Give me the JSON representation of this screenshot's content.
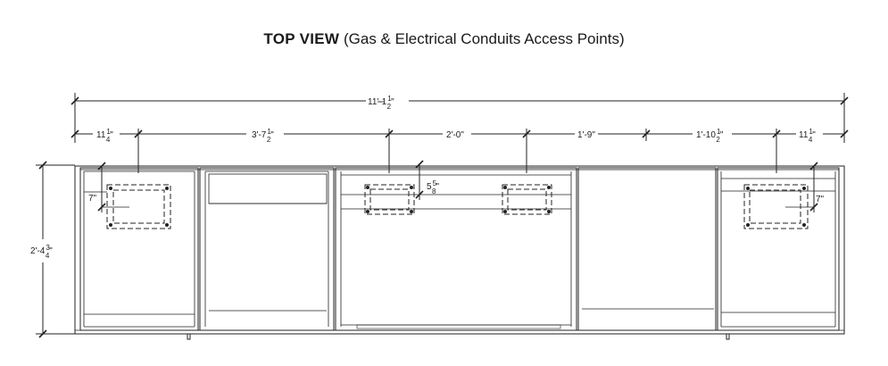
{
  "title": {
    "main": "TOP VIEW",
    "sub": "(Gas & Electrical Conduits Access Points)"
  },
  "dimensions": {
    "overall": {
      "whole": "11'-1",
      "num": "1",
      "den": "2",
      "suffix": "\""
    },
    "segments": [
      {
        "whole": "11",
        "num": "1",
        "den": "4",
        "suffix": "\""
      },
      {
        "whole": "3'-7",
        "num": "1",
        "den": "2",
        "suffix": "\""
      },
      {
        "whole": "2'-0\"",
        "num": "",
        "den": "",
        "suffix": ""
      },
      {
        "whole": "1'-9\"",
        "num": "",
        "den": "",
        "suffix": ""
      },
      {
        "whole": "1'-10",
        "num": "1",
        "den": "2",
        "suffix": "\""
      },
      {
        "whole": "11",
        "num": "1",
        "den": "4",
        "suffix": "\""
      }
    ],
    "depth": {
      "whole": "2'-4",
      "num": "3",
      "den": "4",
      "suffix": "\""
    },
    "left_offset": "7\"",
    "right_offset": "7\"",
    "middle_offset": {
      "whole": "5",
      "num": "5",
      "den": "8",
      "suffix": "\""
    }
  }
}
